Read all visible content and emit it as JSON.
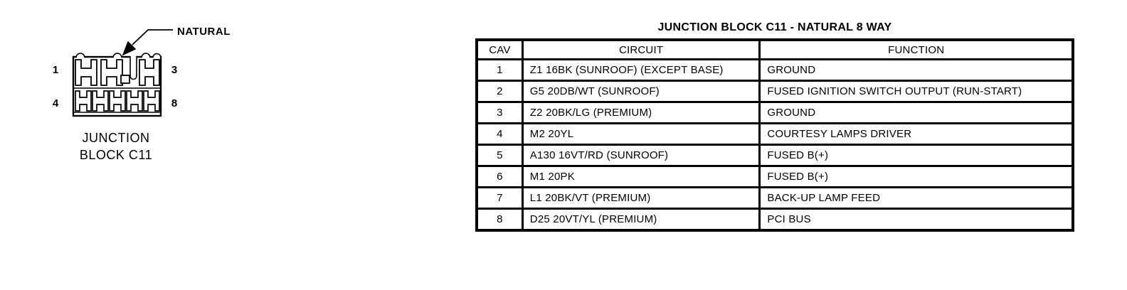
{
  "colors": {
    "ink": "#000000",
    "background": "#ffffff"
  },
  "connector": {
    "color_label": "NATURAL",
    "pin_labels": {
      "top_left": "1",
      "top_right": "3",
      "bottom_left": "4",
      "bottom_right": "8"
    },
    "caption_line1": "JUNCTION",
    "caption_line2": "BLOCK C11"
  },
  "table": {
    "title": "JUNCTION BLOCK C11 - NATURAL 8 WAY",
    "columns": [
      "CAV",
      "CIRCUIT",
      "FUNCTION"
    ],
    "rows": [
      {
        "cav": "1",
        "circuit": "Z1 16BK (SUNROOF) (EXCEPT BASE)",
        "function": "GROUND"
      },
      {
        "cav": "2",
        "circuit": "G5 20DB/WT (SUNROOF)",
        "function": "FUSED IGNITION SWITCH OUTPUT (RUN-START)"
      },
      {
        "cav": "3",
        "circuit": "Z2 20BK/LG (PREMIUM)",
        "function": "GROUND"
      },
      {
        "cav": "4",
        "circuit": "M2 20YL",
        "function": "COURTESY LAMPS DRIVER"
      },
      {
        "cav": "5",
        "circuit": "A130 16VT/RD (SUNROOF)",
        "function": "FUSED B(+)"
      },
      {
        "cav": "6",
        "circuit": "M1 20PK",
        "function": "FUSED B(+)"
      },
      {
        "cav": "7",
        "circuit": "L1 20BK/VT (PREMIUM)",
        "function": "BACK-UP LAMP FEED"
      },
      {
        "cav": "8",
        "circuit": "D25 20VT/YL (PREMIUM)",
        "function": "PCI BUS"
      }
    ]
  }
}
